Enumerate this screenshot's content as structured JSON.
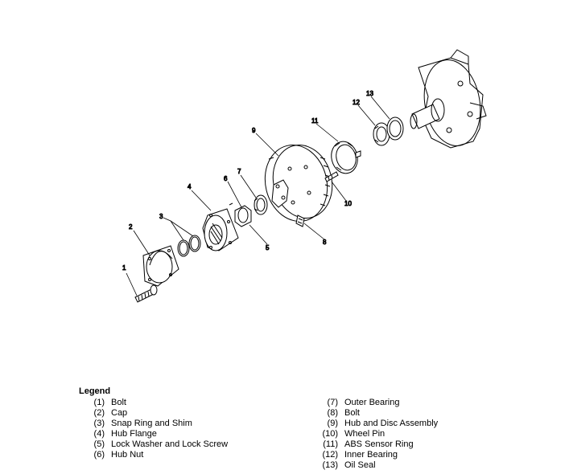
{
  "diagram": {
    "callouts": {
      "c1": "1",
      "c2": "2",
      "c3": "3",
      "c4": "4",
      "c5": "5",
      "c6": "6",
      "c7": "7",
      "c8": "8",
      "c9": "9",
      "c10": "10",
      "c11": "11",
      "c12": "12",
      "c13": "13"
    }
  },
  "legend": {
    "title": "Legend",
    "left": [
      {
        "num": "(1)",
        "label": "Bolt"
      },
      {
        "num": "(2)",
        "label": "Cap"
      },
      {
        "num": "(3)",
        "label": "Snap Ring and Shim"
      },
      {
        "num": "(4)",
        "label": "Hub Flange"
      },
      {
        "num": "(5)",
        "label": "Lock Washer and Lock Screw"
      },
      {
        "num": "(6)",
        "label": "Hub Nut"
      }
    ],
    "right": [
      {
        "num": "(7)",
        "label": "Outer Bearing"
      },
      {
        "num": "(8)",
        "label": "Bolt"
      },
      {
        "num": "(9)",
        "label": "Hub and Disc Assembly"
      },
      {
        "num": "(10)",
        "label": "Wheel Pin"
      },
      {
        "num": "(11)",
        "label": "ABS Sensor Ring"
      },
      {
        "num": "(12)",
        "label": "Inner Bearing"
      },
      {
        "num": "(13)",
        "label": "Oil Seal"
      }
    ]
  }
}
